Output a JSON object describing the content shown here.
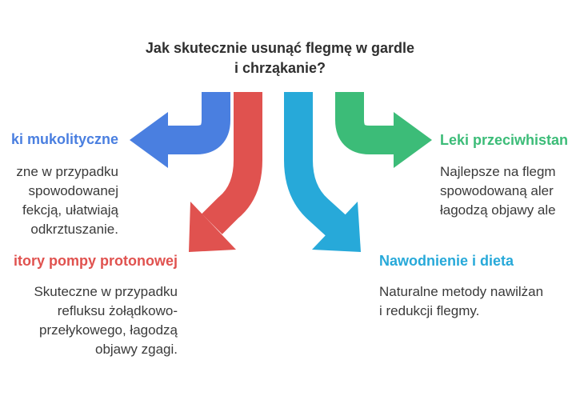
{
  "title": "Jak skutecznie usunąć flegmę w gardle i chrząkanie?",
  "colors": {
    "blue": "#4a7fe0",
    "red": "#e0524f",
    "cyan": "#27a9d9",
    "green": "#3cbc78"
  },
  "branches": [
    {
      "heading": "ki mukolityczne",
      "lines": [
        "zne w przypadku",
        "spowodowanej",
        "fekcją, ułatwiają",
        "odkrztuszanie."
      ]
    },
    {
      "heading": "itory pompy protonowej",
      "lines": [
        "Skuteczne w przypadku",
        "refluksu żołądkowo-",
        "przełykowego, łagodzą",
        "objawy zgagi."
      ]
    },
    {
      "heading": "Leki przeciwhistan",
      "lines": [
        "Najlepsze na flegm",
        "spowodowaną aler",
        "łagodzą objawy ale"
      ]
    },
    {
      "heading": "Nawodnienie i dieta",
      "lines": [
        "Naturalne metody nawilżan",
        "i redukcji flegmy."
      ]
    }
  ]
}
